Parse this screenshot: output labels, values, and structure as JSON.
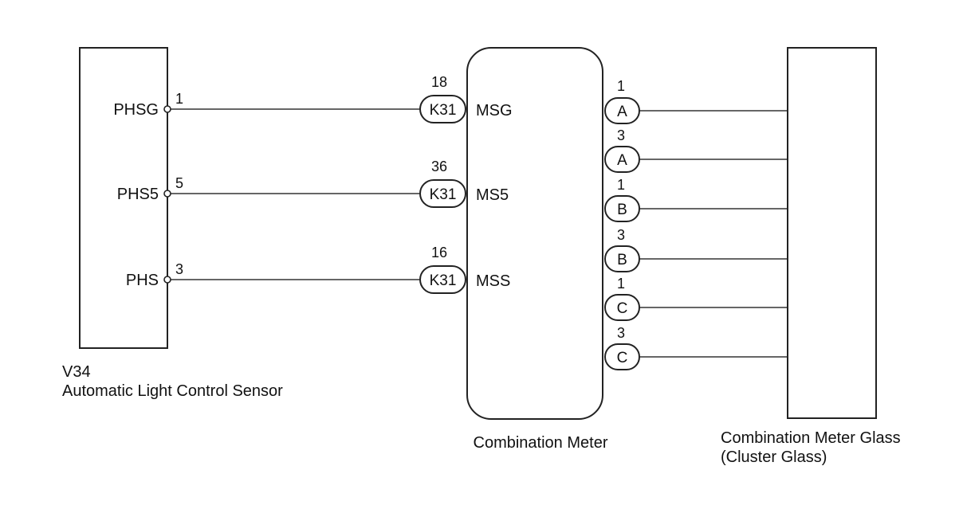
{
  "sensor": {
    "code": "V34",
    "name": "Automatic Light Control Sensor",
    "pins": [
      {
        "signal": "PHSG",
        "pin": "1"
      },
      {
        "signal": "PHS5",
        "pin": "5"
      },
      {
        "signal": "PHS",
        "pin": "3"
      }
    ]
  },
  "meter": {
    "name": "Combination Meter",
    "inputs": [
      {
        "connector": "K31",
        "pin": "18",
        "signal": "MSG"
      },
      {
        "connector": "K31",
        "pin": "36",
        "signal": "MS5"
      },
      {
        "connector": "K31",
        "pin": "16",
        "signal": "MSS"
      }
    ],
    "outputs": [
      {
        "connector": "A",
        "pin": "1"
      },
      {
        "connector": "A",
        "pin": "3"
      },
      {
        "connector": "B",
        "pin": "1"
      },
      {
        "connector": "B",
        "pin": "3"
      },
      {
        "connector": "C",
        "pin": "1"
      },
      {
        "connector": "C",
        "pin": "3"
      }
    ]
  },
  "glass": {
    "name_line1": "Combination Meter Glass",
    "name_line2": "(Cluster Glass)"
  }
}
